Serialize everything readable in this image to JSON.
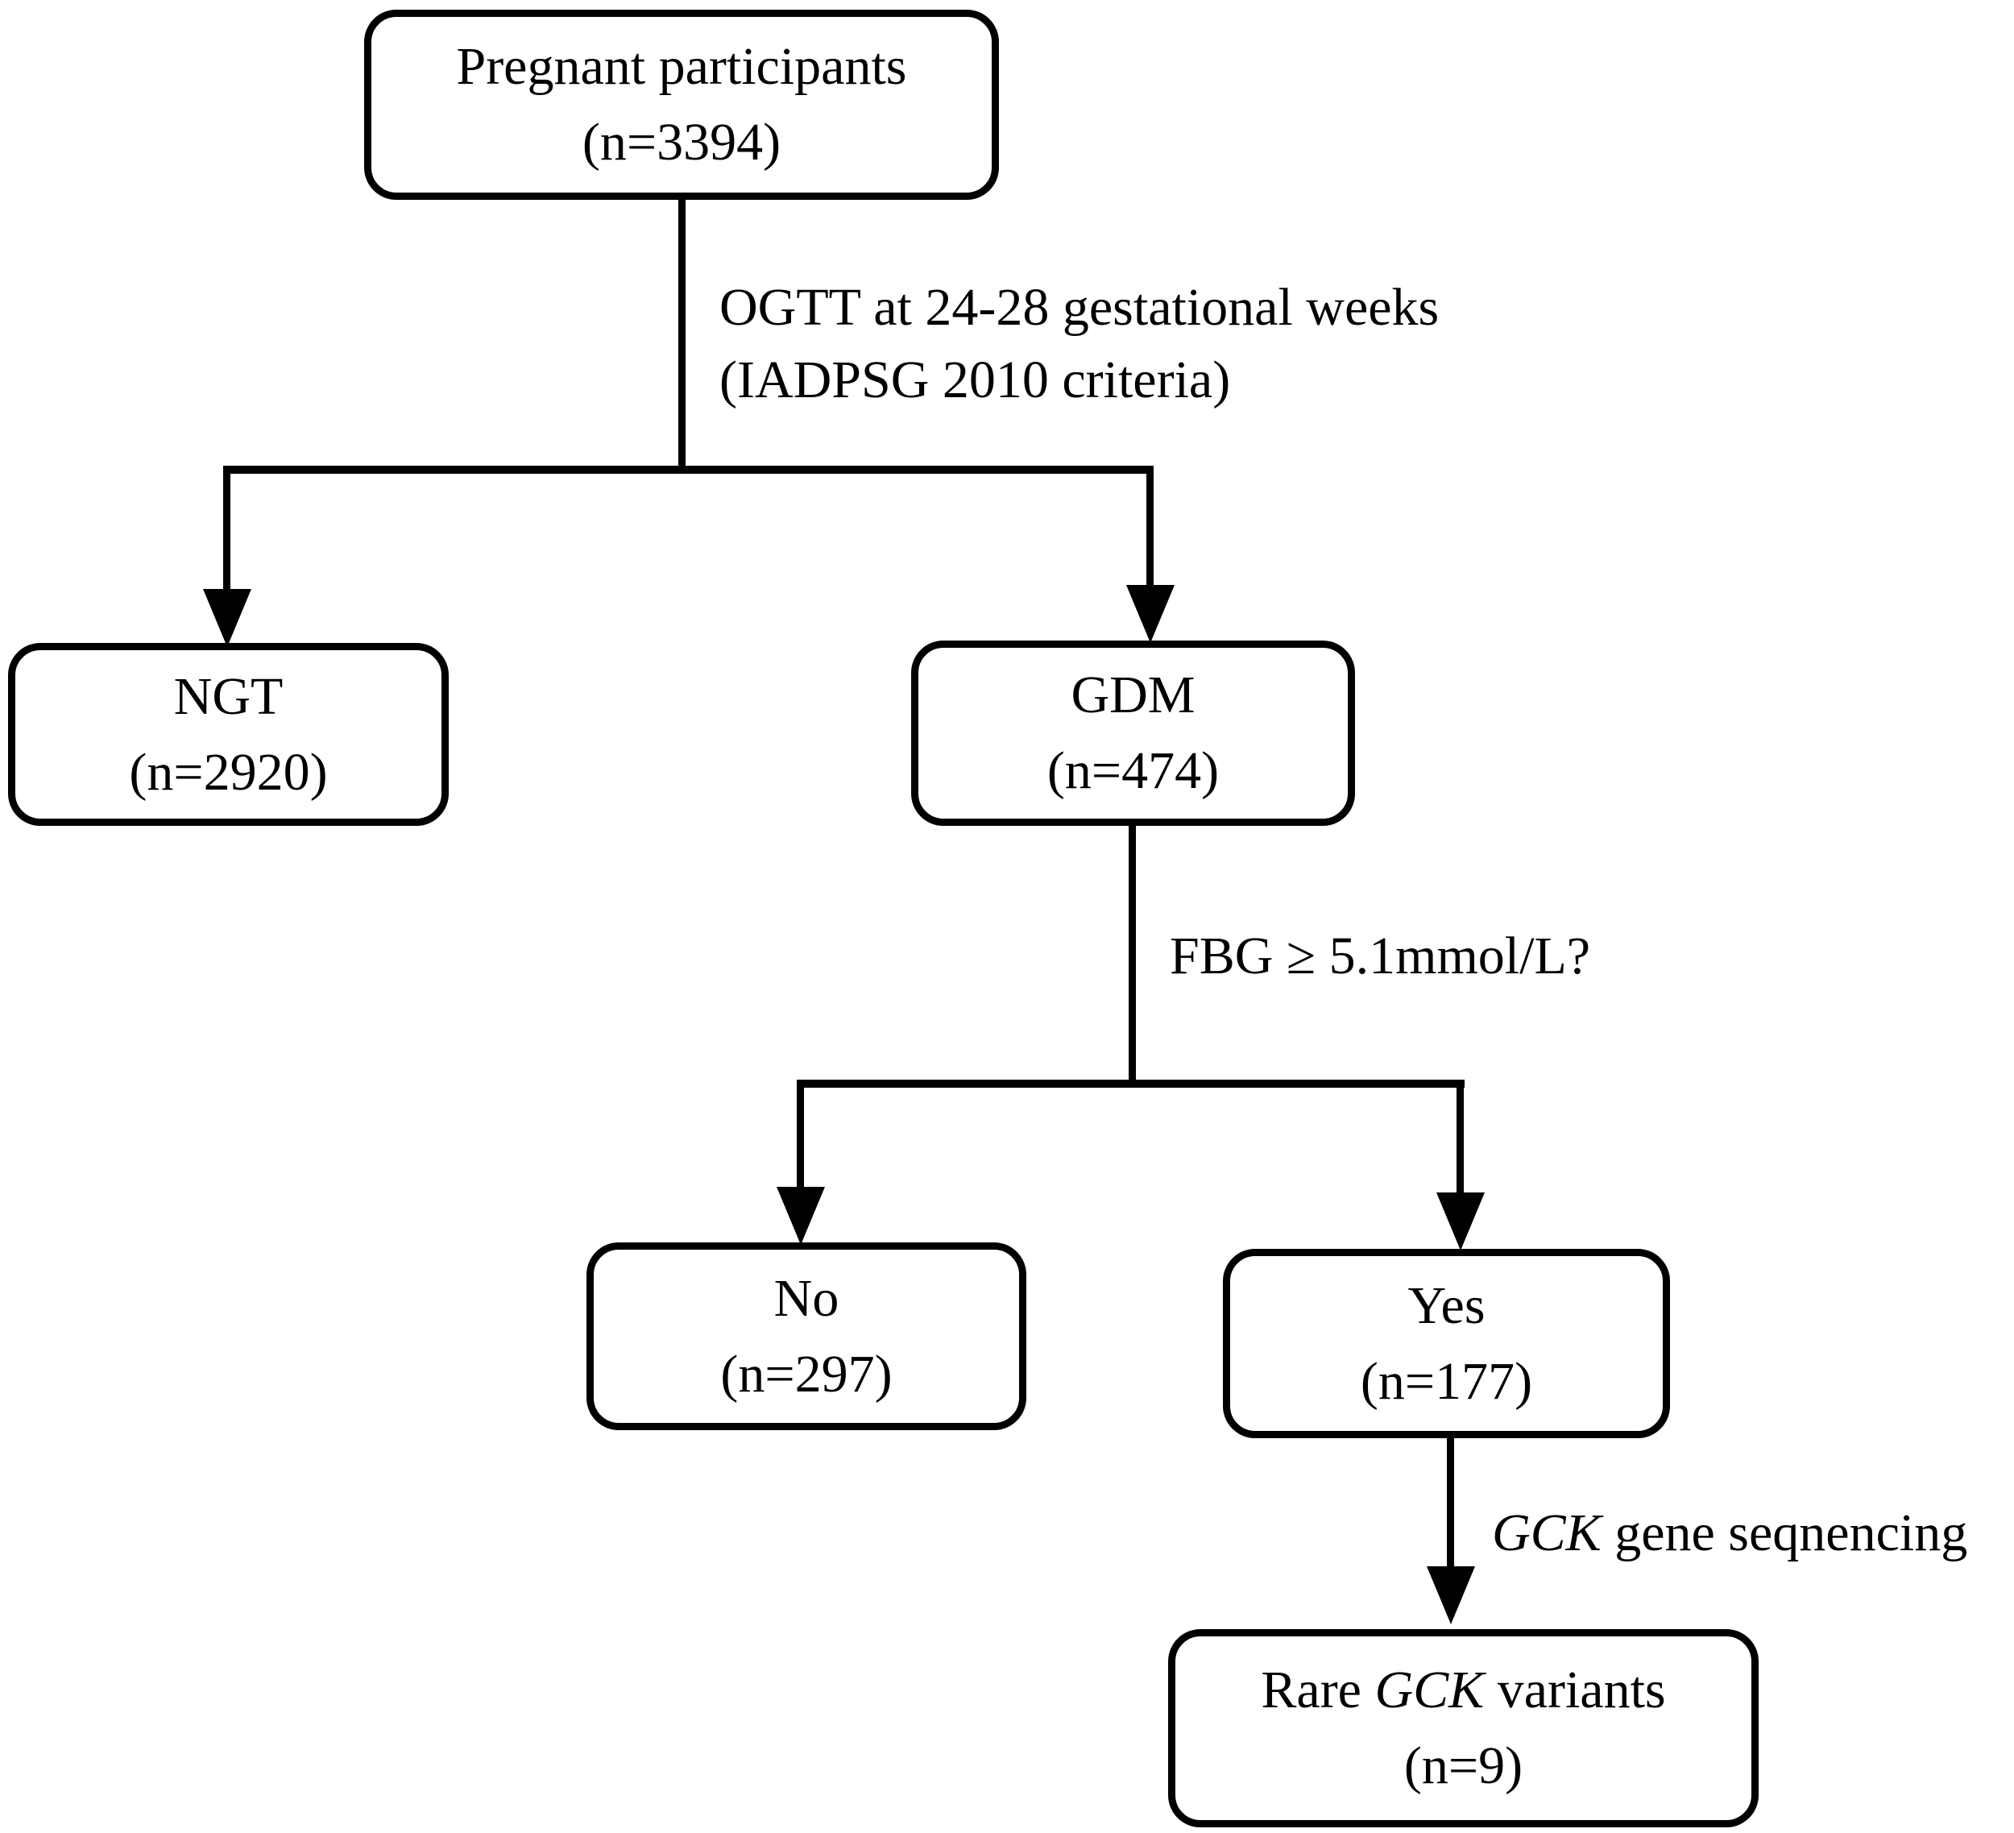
{
  "figure": {
    "type": "flowchart",
    "background_color": "#ffffff",
    "line_color": "#000000",
    "text_color": "#000000"
  },
  "nodes": {
    "pregnant": {
      "line1": "Pregnant participants",
      "line2": "(n=3394)"
    },
    "ngt": {
      "line1": "NGT",
      "line2": "(n=2920)"
    },
    "gdm": {
      "line1": "GDM",
      "line2": "(n=474)"
    },
    "no": {
      "line1": "No",
      "line2": "(n=297)"
    },
    "yes": {
      "line1": "Yes",
      "line2": "(n=177)"
    },
    "rare": {
      "line1_pre": "Rare ",
      "line1_gene": "GCK",
      "line1_post": " variants",
      "line2": "(n=9)"
    }
  },
  "edge_labels": {
    "ogtt_line1": "OGTT at 24-28 gestational weeks",
    "ogtt_line2": "(IADPSG 2010 criteria)",
    "fbg": "FBG ≥ 5.1mmol/L?",
    "gck_gene": "GCK",
    "gck_rest": " gene seqnencing"
  }
}
